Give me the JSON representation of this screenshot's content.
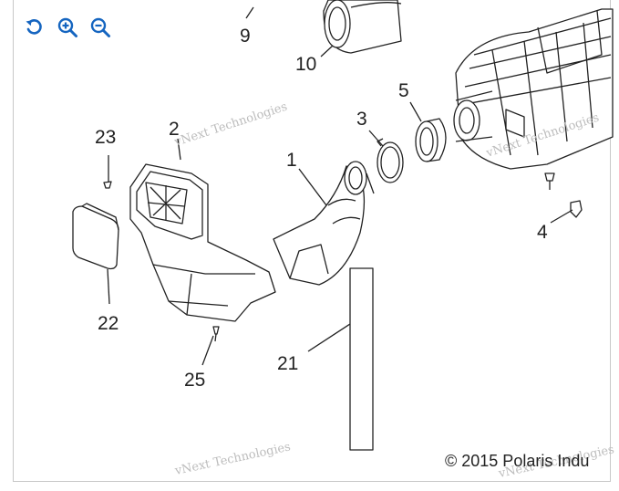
{
  "toolbar": {
    "buttons": [
      {
        "name": "rotate-icon"
      },
      {
        "name": "zoom-in-icon"
      },
      {
        "name": "zoom-out-icon"
      }
    ],
    "accent_color": "#1565c0"
  },
  "diagram": {
    "callouts": [
      "9",
      "10",
      "5",
      "3",
      "2",
      "23",
      "1",
      "4",
      "22",
      "21",
      "25"
    ],
    "watermark": "vNext Technologies",
    "copyright": "© 2015 Polaris Indu"
  }
}
